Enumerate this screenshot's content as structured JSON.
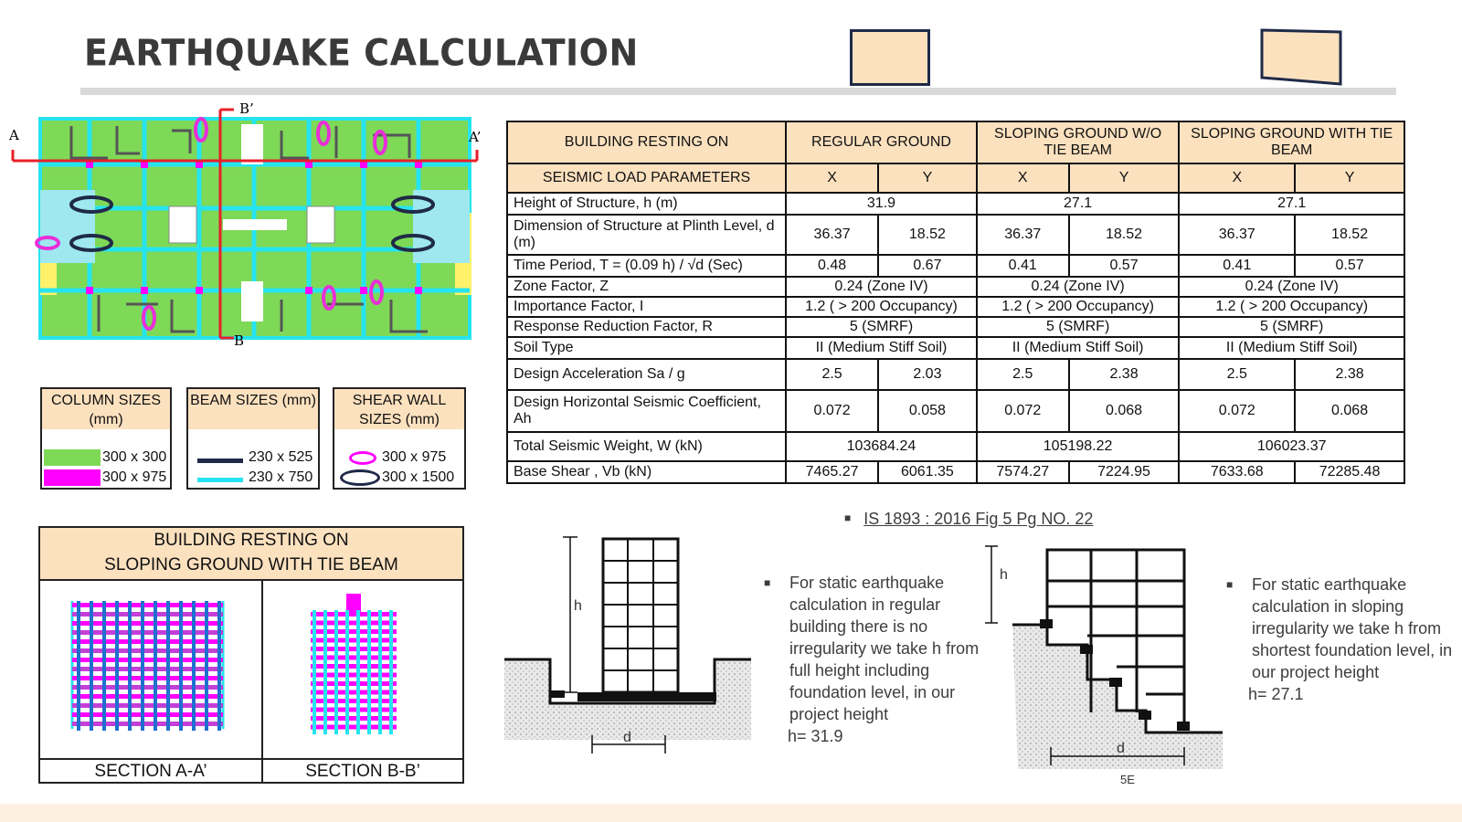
{
  "title": "EARTHQUAKE CALCULATION",
  "plan": {
    "label_a": "A",
    "label_a_prime": "A’",
    "label_b": "B",
    "label_b_prime": "B’"
  },
  "legend": {
    "column": {
      "title": "COLUMN SIZES (mm)",
      "items": [
        "300 x 300",
        "300 x 975"
      ],
      "colors": [
        "#7ed957",
        "#ff00ff"
      ]
    },
    "beam": {
      "title": "BEAM SIZES (mm)",
      "items": [
        "230 x 525",
        "230 x 750"
      ],
      "colors": [
        "#1f2a48",
        "#26e4ef"
      ]
    },
    "shear_wall": {
      "title": "SHEAR WALL SIZES (mm)",
      "items": [
        "300 x 975",
        "300 x 1500"
      ],
      "colors": [
        "#ff00ff",
        "#1f2a48"
      ]
    }
  },
  "table": {
    "h1": [
      "BUILDING RESTING ON",
      "REGULAR GROUND",
      "SLOPING GROUND W/O TIE BEAM",
      "SLOPING GROUND WITH TIE BEAM"
    ],
    "h2": [
      "SEISMIC LOAD PARAMETERS",
      "X",
      "Y",
      "X",
      "Y",
      "X",
      "Y"
    ],
    "rows": [
      {
        "label": "Height of Structure, h (m)",
        "cells": [
          "31.9",
          "27.1",
          "27.1"
        ],
        "span": true
      },
      {
        "label": "Dimension of Structure at Plinth Level, d (m)",
        "cells": [
          "36.37",
          "18.52",
          "36.37",
          "18.52",
          "36.37",
          "18.52"
        ]
      },
      {
        "label": "Time Period, T = (0.09 h) / √d (Sec)",
        "cells": [
          "0.48",
          "0.67",
          "0.41",
          "0.57",
          "0.41",
          "0.57"
        ]
      },
      {
        "label": "Zone Factor, Z",
        "cells": [
          "0.24 (Zone IV)",
          "0.24 (Zone IV)",
          "0.24 (Zone IV)"
        ],
        "span": true
      },
      {
        "label": "Importance Factor, I",
        "cells": [
          "1.2 ( > 200 Occupancy)",
          "1.2 ( > 200 Occupancy)",
          "1.2 ( > 200 Occupancy)"
        ],
        "span": true
      },
      {
        "label": "Response Reduction Factor, R",
        "cells": [
          "5 (SMRF)",
          "5 (SMRF)",
          "5 (SMRF)"
        ],
        "span": true
      },
      {
        "label": "Soil Type",
        "cells": [
          "II (Medium Stiff Soil)",
          "II (Medium Stiff Soil)",
          "II (Medium Stiff Soil)"
        ],
        "span": true
      },
      {
        "label": "Design Acceleration Sa / g",
        "cells": [
          "2.5",
          "2.03",
          "2.5",
          "2.38",
          "2.5",
          "2.38"
        ]
      },
      {
        "label": "Design Horizontal Seismic Coefficient, Ah",
        "cells": [
          "0.072",
          "0.058",
          "0.072",
          "0.068",
          "0.072",
          "0.068"
        ]
      },
      {
        "label": "Total Seismic Weight, W (kN)",
        "cells": [
          "103684.24",
          "105198.22",
          "106023.37"
        ],
        "span": true
      },
      {
        "label": "Base Shear , Vb (kN)",
        "cells": [
          "7465.27",
          "6061.35",
          "7574.27",
          "7224.95",
          "7633.68",
          "72285.48"
        ]
      }
    ]
  },
  "section": {
    "heading_line1": "BUILDING RESTING ON",
    "heading_line2": "SLOPING GROUND WITH TIE BEAM",
    "caption_aa": "SECTION A-A’",
    "caption_bb": "SECTION B-B’"
  },
  "reference": "IS 1893 : 2016  Fig 5  Pg NO. 22",
  "fig_left": {
    "h": "h",
    "d": "d"
  },
  "fig_right": {
    "h": "h",
    "d": "d",
    "caption": "5E"
  },
  "note_regular": "For static earthquake calculation in regular building there is no irregularity we take h from full height including foundation level, in our project height",
  "note_regular_h": "h= 31.9",
  "note_sloping": "For static earthquake calculation in sloping irregularity we take h from shortest foundation level, in our project height",
  "note_sloping_h": "h= 27.1"
}
